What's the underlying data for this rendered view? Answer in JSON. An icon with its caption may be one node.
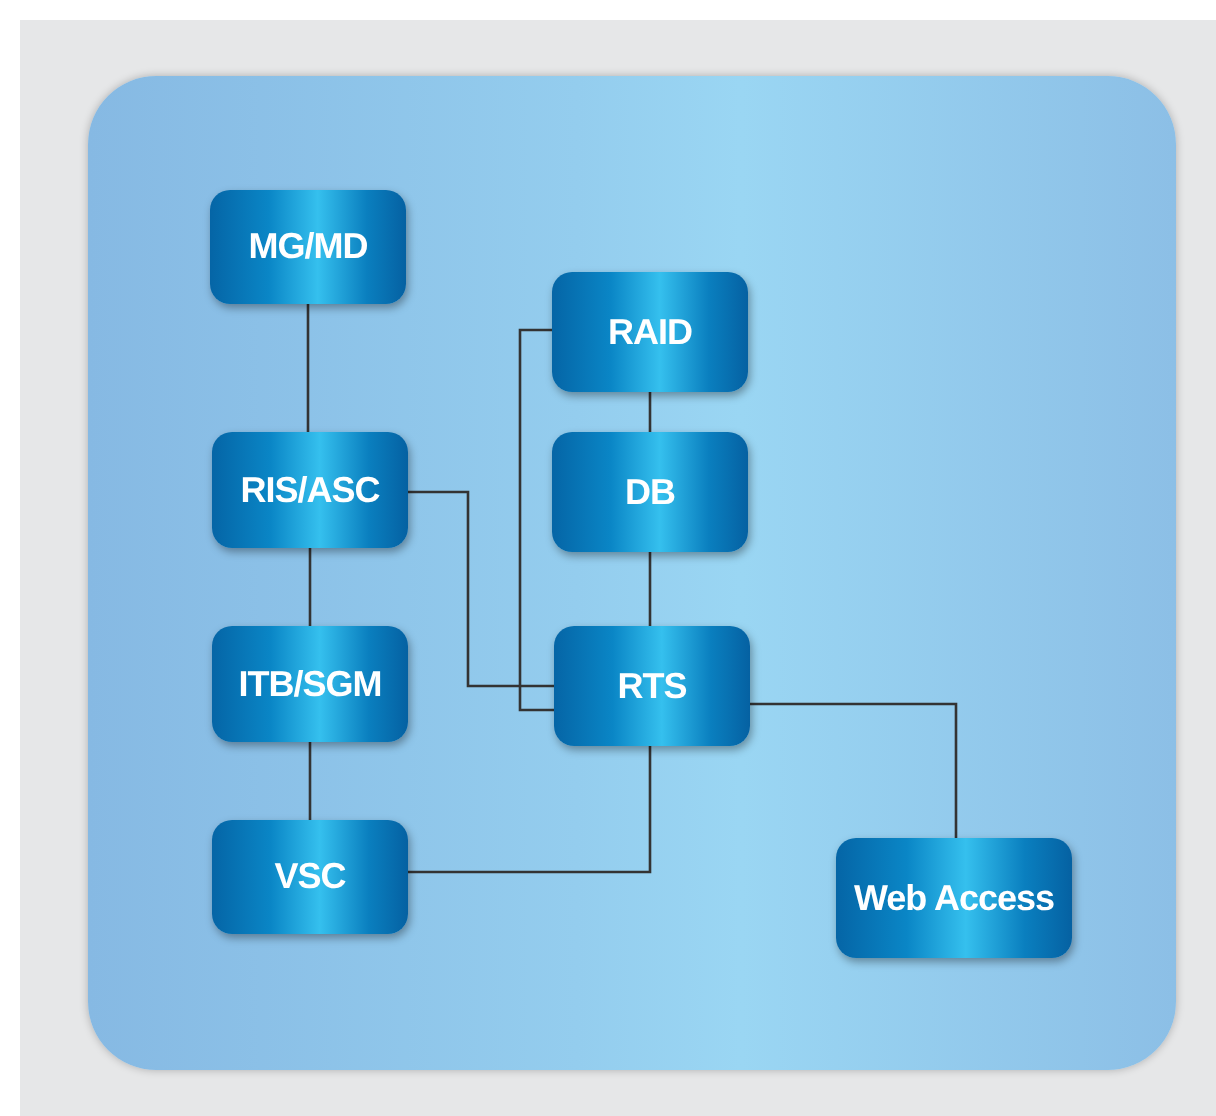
{
  "diagram": {
    "nodes": [
      {
        "text": [
          "MG/MD"
        ]
      },
      {
        "text": [
          "RIS/ASC"
        ]
      },
      {
        "text": [
          "ITB/SGM"
        ]
      },
      {
        "text": [
          "VSC"
        ]
      },
      {
        "text": [
          "RAID"
        ]
      },
      {
        "text": [
          "DB"
        ]
      },
      {
        "text": [
          "RTS"
        ]
      },
      {
        "text": [
          "Web Access"
        ]
      }
    ],
    "edges": [
      {
        "from": 0,
        "to": 1,
        "arrow": "none"
      },
      {
        "from": 1,
        "to": 2,
        "arrow": "none"
      },
      {
        "from": 2,
        "to": 3,
        "arrow": "none"
      },
      {
        "from": 4,
        "to": 5,
        "arrow": "none"
      },
      {
        "from": 5,
        "to": 6,
        "arrow": "none"
      },
      {
        "from": 1,
        "to": 6,
        "arrow": "none"
      },
      {
        "from": 4,
        "to": 6,
        "arrow": "none"
      },
      {
        "from": 3,
        "to": 6,
        "arrow": "none"
      },
      {
        "from": 6,
        "to": 7,
        "arrow": "none"
      }
    ]
  }
}
